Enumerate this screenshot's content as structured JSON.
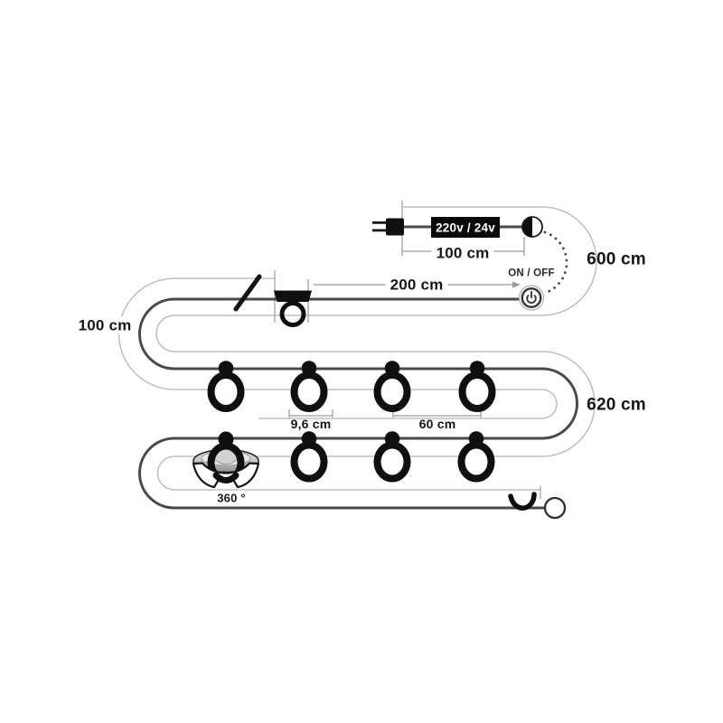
{
  "labels": {
    "transformer": "220v / 24v",
    "plug_to_connector": "100 cm",
    "lead_length": "600 cm",
    "switch": "ON / OFF",
    "switch_to_first_lamp": "200 cm",
    "left_loop": "100 cm",
    "row_length": "620 cm",
    "ring_diameter": "9,6 cm",
    "lamp_spacing": "60 cm",
    "shade_rotation": "360 °"
  },
  "figures": {
    "lamp_rings_top_row": 4,
    "lamp_rings_bottom_row": 4,
    "icons": [
      "plug-icon",
      "transformer-box",
      "connector-ball-icon",
      "power-switch-icon",
      "cut-mark-icon",
      "cable-clip-icon",
      "lamp-ring-icon",
      "lampshade-icon",
      "hook-icon",
      "end-cap-icon"
    ]
  },
  "colors": {
    "background": "#ffffff",
    "cable": "#4a4a4a",
    "outline": "#b5b5b5",
    "dimension": "#9a9a9a",
    "ink": "#111111",
    "label_box_bg": "#0a0a0a",
    "label_box_text": "#ffffff",
    "shade_silver": "#c6c6c6"
  }
}
